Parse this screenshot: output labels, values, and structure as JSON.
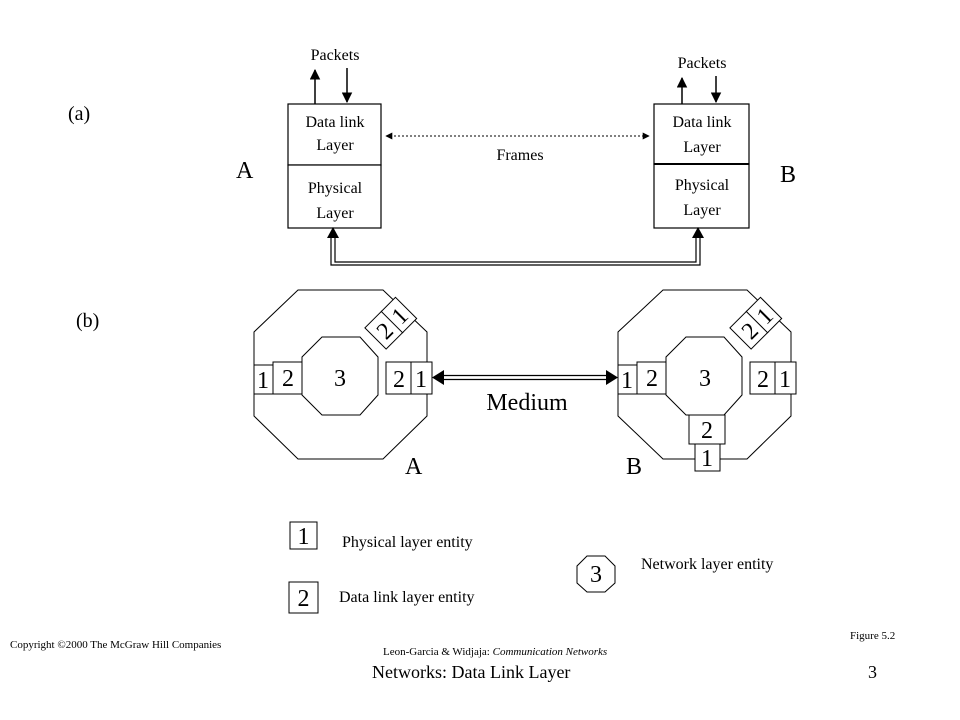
{
  "part_a": {
    "label": "(a)",
    "node_a": "A",
    "node_b": "B",
    "left_stack": {
      "packets": "Packets",
      "datalink_line1": "Data link",
      "datalink_line2": "Layer",
      "physical_line1": "Physical",
      "physical_line2": "Layer"
    },
    "right_stack": {
      "packets": "Packets",
      "datalink_line1": "Data link",
      "datalink_line2": "Layer",
      "physical_line1": "Physical",
      "physical_line2": "Layer"
    },
    "frames": "Frames"
  },
  "part_b": {
    "label": "(b)",
    "medium": "Medium",
    "node_a": "A",
    "node_b": "B",
    "left_node": {
      "center": "3",
      "left_phys": "1",
      "left_dl": "2",
      "right_dl": "2",
      "right_phys": "1",
      "diag_dl": "2",
      "diag_phys": "1"
    },
    "right_node": {
      "center": "3",
      "left_phys": "1",
      "left_dl": "2",
      "right_dl": "2",
      "right_phys": "1",
      "diag_dl": "2",
      "diag_phys": "1",
      "bottom_dl": "2",
      "bottom_phys": "1"
    }
  },
  "legend": {
    "phys_num": "1",
    "phys_text": "Physical layer entity",
    "dl_num": "2",
    "dl_text": "Data link layer entity",
    "net_num": "3",
    "net_text": "Network layer entity"
  },
  "footer": {
    "copyright": "Copyright ©2000 The McGraw Hill Companies",
    "citation_authors": "Leon-Garcia & Widjaja:",
    "citation_title": "Communication Networks",
    "figure": "Figure 5.2",
    "title": "Networks: Data Link Layer",
    "page": "3"
  }
}
